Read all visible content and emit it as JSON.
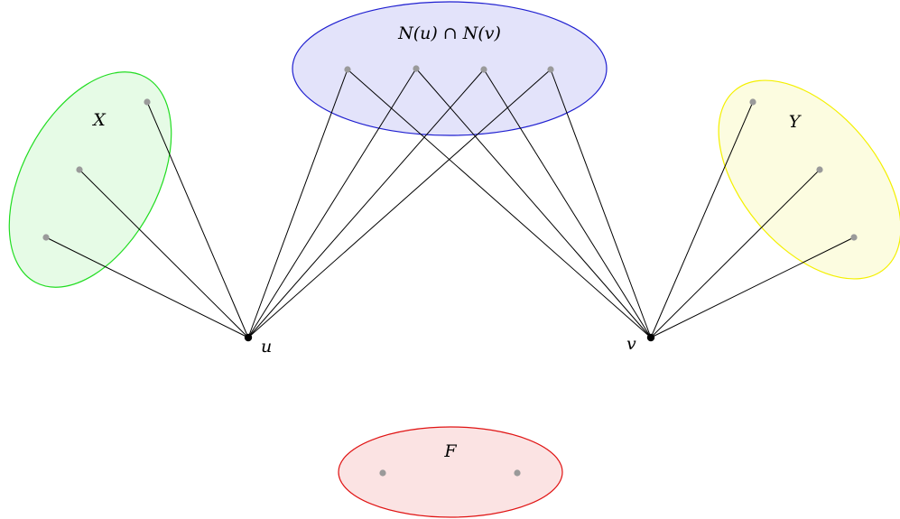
{
  "labels": {
    "common": "N(u) ∩ N(v)",
    "x": "X",
    "y": "Y",
    "f": "F",
    "u": "u",
    "v": "v"
  },
  "colors": {
    "common_fill": "#e3e3fa",
    "common_stroke": "#1f1fd0",
    "x_fill": "#e6fbe6",
    "x_stroke": "#22dd22",
    "y_fill": "#fcfce0",
    "y_stroke": "#f4f000",
    "f_fill": "#fbe3e3",
    "f_stroke": "#e01414",
    "gray_vertex": "#9a9a9a",
    "black_vertex": "#000000",
    "edge": "#000000"
  },
  "sets": [
    {
      "id": "common",
      "vertex_count": 4
    },
    {
      "id": "x",
      "vertex_count": 3
    },
    {
      "id": "y",
      "vertex_count": 3
    },
    {
      "id": "f",
      "vertex_count": 2
    }
  ],
  "edges_from_u": [
    "common",
    "x"
  ],
  "edges_from_v": [
    "common",
    "y"
  ]
}
